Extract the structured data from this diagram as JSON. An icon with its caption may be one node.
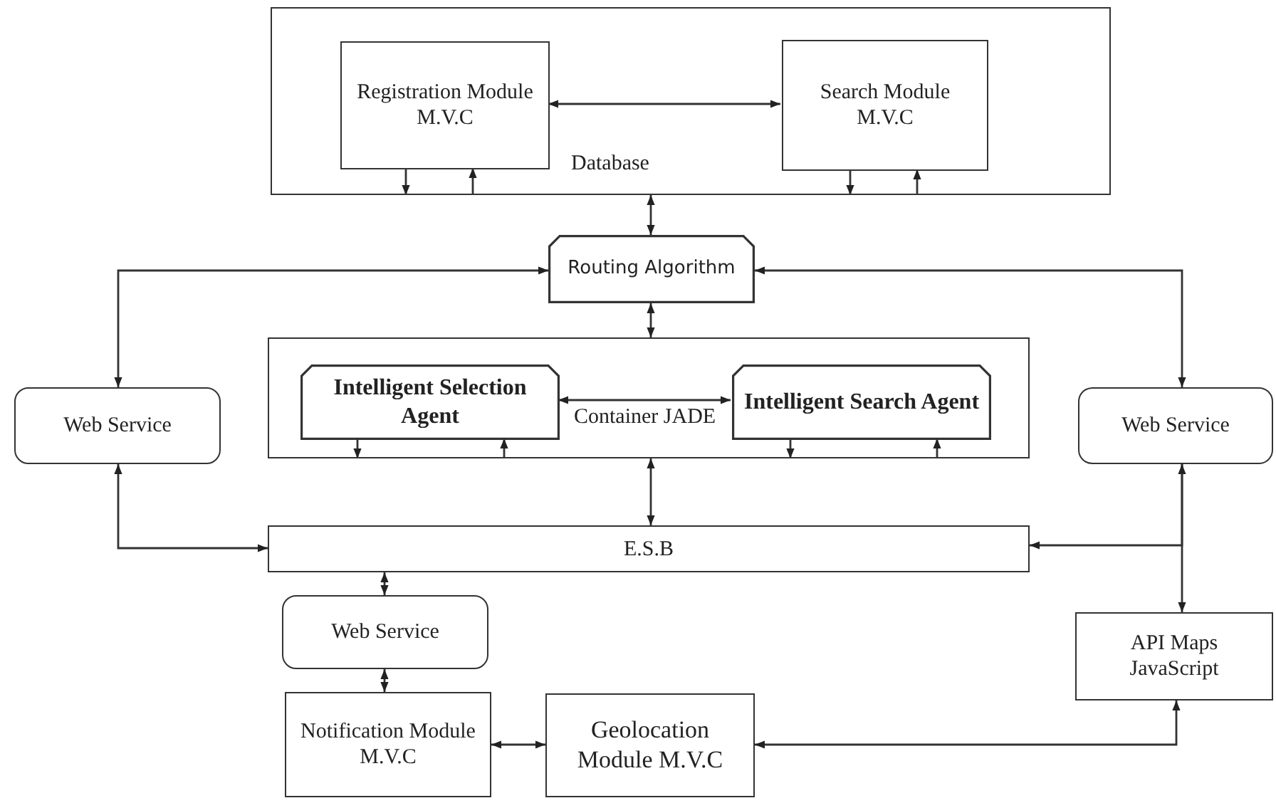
{
  "diagram": {
    "nodes": [
      {
        "text": [
          "Database"
        ]
      },
      {
        "text": [
          "Registration Module M.V.C"
        ],
        "in": 0
      },
      {
        "text": [
          "Search Module M.V.C"
        ],
        "in": 0
      },
      {
        "text": [
          "Routing Algorithm"
        ]
      },
      {
        "text": [
          "Container JADE"
        ]
      },
      {
        "text": [
          "Intelligent Selection Agent"
        ],
        "in": 4
      },
      {
        "text": [
          "Intelligent Search Agent"
        ],
        "in": 4
      },
      {
        "text": [
          "Web Service"
        ]
      },
      {
        "text": [
          "Web Service"
        ]
      },
      {
        "text": [
          "E.S.B"
        ]
      },
      {
        "text": [
          "Web Service"
        ]
      },
      {
        "text": [
          "API Maps JavaScript"
        ]
      },
      {
        "text": [
          "Notification Module M.V.C"
        ]
      },
      {
        "text": [
          "Geolocation Module M.V.C"
        ]
      }
    ],
    "edges": [
      {
        "from": 1,
        "to": 2,
        "arrow": "both"
      },
      {
        "from": 1,
        "to": 0,
        "arrow": "to"
      },
      {
        "from": 0,
        "to": 1,
        "arrow": "to"
      },
      {
        "from": 2,
        "to": 0,
        "arrow": "to"
      },
      {
        "from": 0,
        "to": 2,
        "arrow": "to"
      },
      {
        "from": 0,
        "to": 3,
        "arrow": "both"
      },
      {
        "from": 3,
        "to": 7,
        "arrow": "both"
      },
      {
        "from": 3,
        "to": 8,
        "arrow": "both"
      },
      {
        "from": 3,
        "to": 4,
        "arrow": "both"
      },
      {
        "from": 5,
        "to": 6,
        "arrow": "both"
      },
      {
        "from": 5,
        "to": 4,
        "arrow": "to"
      },
      {
        "from": 4,
        "to": 5,
        "arrow": "to"
      },
      {
        "from": 6,
        "to": 4,
        "arrow": "to"
      },
      {
        "from": 4,
        "to": 6,
        "arrow": "to"
      },
      {
        "from": 4,
        "to": 9,
        "arrow": "both"
      },
      {
        "from": 7,
        "to": 9,
        "arrow": "both"
      },
      {
        "from": 8,
        "to": 9,
        "arrow": "to"
      },
      {
        "from": 8,
        "to": 11,
        "arrow": "both"
      },
      {
        "from": 9,
        "to": 10,
        "arrow": "both"
      },
      {
        "from": 10,
        "to": 12,
        "arrow": "both"
      },
      {
        "from": 12,
        "to": 13,
        "arrow": "both"
      },
      {
        "from": 13,
        "to": 11,
        "arrow": "both"
      }
    ]
  }
}
